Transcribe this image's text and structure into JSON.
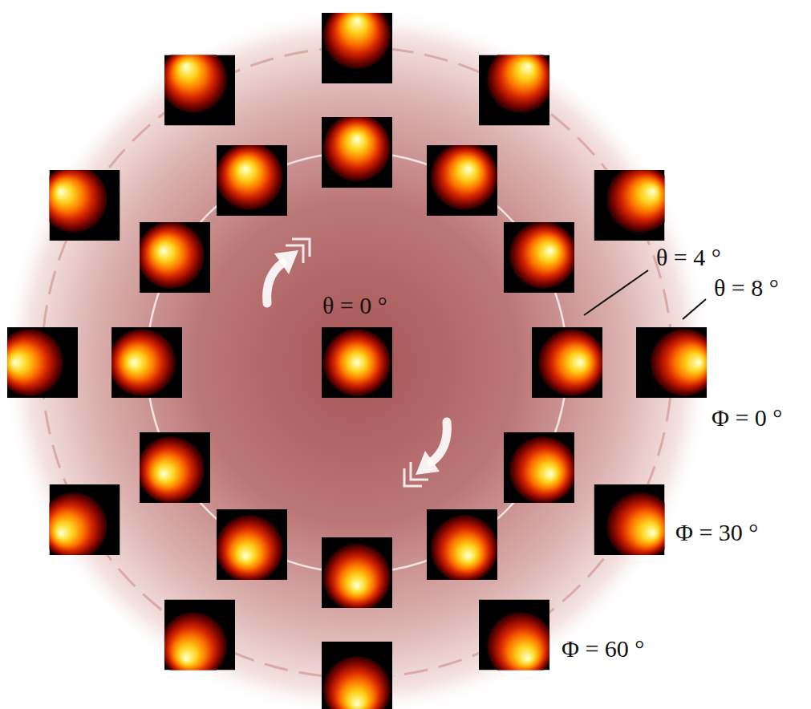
{
  "diagram": {
    "labels": [
      "θ = 0 °",
      "θ = 4 °",
      "θ = 8 °",
      "Φ = 0 °",
      "Φ = 30 °",
      "Φ = 60 °"
    ]
  }
}
